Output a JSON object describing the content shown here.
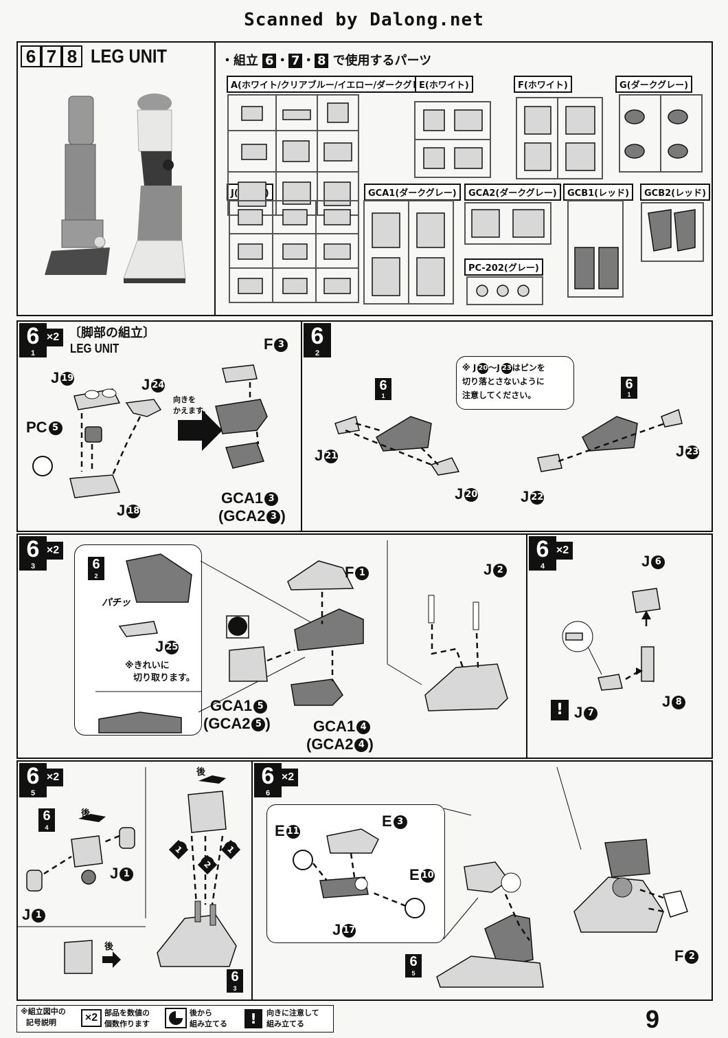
{
  "header": {
    "scanned": "Scanned by Dalong.net"
  },
  "title_block": {
    "steps": [
      "6",
      "7",
      "8"
    ],
    "title": "LEG UNIT"
  },
  "parts_used": {
    "heading_prefix": "・組立",
    "heading_steps": [
      "6",
      "7",
      "8"
    ],
    "heading_suffix": "で使用するパーツ",
    "sprues": [
      {
        "id": "A",
        "label": "A(ホワイト/クリアブルー/イエロー/ダークグレー)"
      },
      {
        "id": "E",
        "label": "E(ホワイト)"
      },
      {
        "id": "F",
        "label": "F(ホワイト)"
      },
      {
        "id": "G",
        "label": "G(ダークグレー)"
      },
      {
        "id": "J",
        "label": "J(グレー)"
      },
      {
        "id": "GCA1",
        "label": "GCA1(ダークグレー)"
      },
      {
        "id": "GCA2",
        "label": "GCA2(ダークグレー)"
      },
      {
        "id": "GCB1",
        "label": "GCB1(レッド)"
      },
      {
        "id": "GCB2",
        "label": "GCB2(レッド)"
      },
      {
        "id": "PC202",
        "label": "PC-202(グレー)"
      }
    ]
  },
  "step6_1": {
    "num": "6",
    "sub": "1",
    "x2": "×2",
    "title": "〔脚部の組立〕",
    "subtitle": "LEG UNIT",
    "turn_note": "向きを\nかえます。",
    "labels": {
      "j19": "J",
      "j19n": "19",
      "j24": "J",
      "j24n": "24",
      "pc5": "PC",
      "pc5n": "5",
      "j18": "J",
      "j18n": "18",
      "f3": "F",
      "f3n": "3",
      "gca1": "GCA1",
      "gca1n": "3",
      "gca2": "(GCA2",
      "gca2n": "3",
      ")": ")"
    }
  },
  "step6_2": {
    "num": "6",
    "sub": "2",
    "note_line1": "※ J",
    "note_n1": "20",
    "note_mid": "〜J",
    "note_n2": "23",
    "note_line1b": "はピンを",
    "note_line2": "切り落とさないように",
    "note_line3": "注意してください。",
    "ref": "6",
    "ref_sub": "1",
    "labels": {
      "j21": "J",
      "j21n": "21",
      "j20": "J",
      "j20n": "20",
      "j22": "J",
      "j22n": "22",
      "j23": "J",
      "j23n": "23"
    }
  },
  "step6_3": {
    "num": "6",
    "sub": "3",
    "x2": "×2",
    "ref": "6",
    "ref_sub": "2",
    "pachi": "パチッ",
    "j25": "J",
    "j25n": "25",
    "note1": "※きれいに",
    "note2": "切り取ります。",
    "f1": "F",
    "f1n": "1",
    "j2": "J",
    "j2n": "2",
    "gca1_5": "GCA1",
    "gca1_5n": "5",
    "gca2_5": "(GCA2",
    "gca2_5n": "5",
    "close": ")",
    "gca1_4": "GCA1",
    "gca1_4n": "4",
    "gca2_4": "(GCA2",
    "gca2_4n": "4"
  },
  "step6_4": {
    "num": "6",
    "sub": "4",
    "x2": "×2",
    "j6": "J",
    "j6n": "6",
    "j7": "J",
    "j7n": "7",
    "j8": "J",
    "j8n": "8",
    "excl": "!"
  },
  "step6_5": {
    "num": "6",
    "sub": "5",
    "x2": "×2",
    "ref": "6",
    "ref_sub": "4",
    "ref2": "6",
    "ref2_sub": "3",
    "back": "後",
    "j1": "J",
    "j1n": "1",
    "order1": "1",
    "order2": "2"
  },
  "step6_6": {
    "num": "6",
    "sub": "6",
    "x2": "×2",
    "e11": "E",
    "e11n": "11",
    "e3": "E",
    "e3n": "3",
    "e10": "E",
    "e10n": "10",
    "j17": "J",
    "j17n": "17",
    "f2": "F",
    "f2n": "2",
    "ref": "6",
    "ref_sub": "5"
  },
  "legend": {
    "title1": "※組立図中の",
    "title2": "記号説明",
    "x2": "×2",
    "x2_text1": "部品を数値の",
    "x2_text2": "個数作ります",
    "back_text1": "後から",
    "back_text2": "組み立てる",
    "excl": "!",
    "excl_text1": "向きに注意して",
    "excl_text2": "組み立てる"
  },
  "page_number": "9"
}
